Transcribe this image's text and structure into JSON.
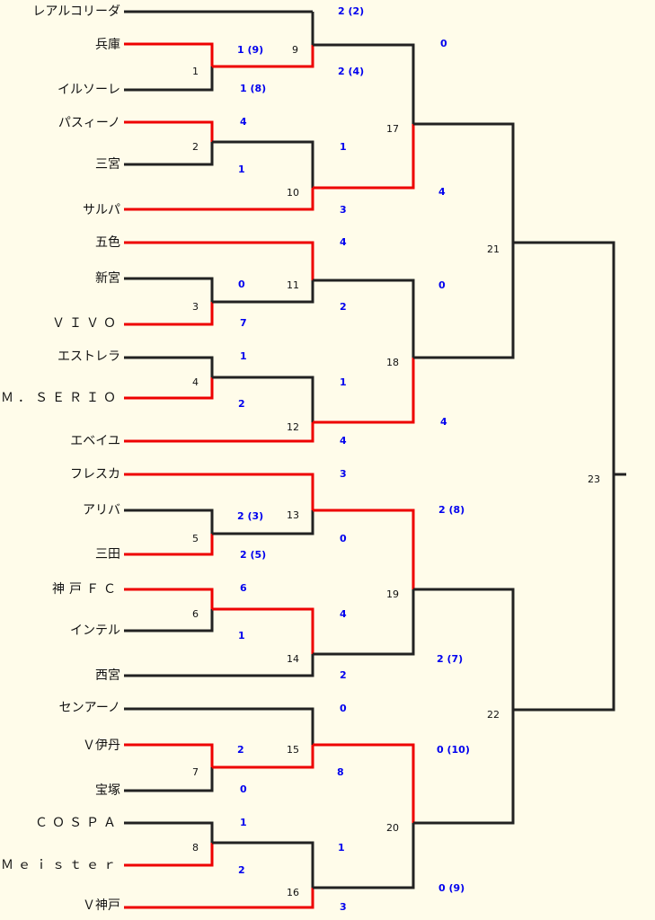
{
  "colors": {
    "winner": "#ee0000",
    "loser": "#222222",
    "score": "#0000ee",
    "background": "#fffcea"
  },
  "teams": [
    "レアルコリーダ",
    "兵庫",
    "イルソーレ",
    "パスィーノ",
    "三宮",
    "サルパ",
    "五色",
    "新宮",
    "ＶＩＶＯ",
    "エストレラ",
    "Ｍ．ＳＥＲＩＯ",
    "エベイユ",
    "フレスカ",
    "アリバ",
    "三田",
    "神戸ＦＣ",
    "インテル",
    "西宮",
    "センアーノ",
    "Ｖ伊丹",
    "宝塚",
    "ＣＯＳＰＡ",
    "Ｍｅｉｓｔｅｒ",
    "Ｖ神戸"
  ],
  "matches": {
    "m1": {
      "no": "1",
      "top": "1 (9)",
      "bottom": "1 (8)"
    },
    "m2": {
      "no": "2",
      "top": "4",
      "bottom": "1"
    },
    "m3": {
      "no": "3",
      "top": "0",
      "bottom": "7"
    },
    "m4": {
      "no": "4",
      "top": "1",
      "bottom": "2"
    },
    "m5": {
      "no": "5",
      "top": "2 (3)",
      "bottom": "2 (5)"
    },
    "m6": {
      "no": "6",
      "top": "6",
      "bottom": "1"
    },
    "m7": {
      "no": "7",
      "top": "2",
      "bottom": "0"
    },
    "m8": {
      "no": "8",
      "top": "1",
      "bottom": "2"
    },
    "m9": {
      "no": "9",
      "top": "2 (2)",
      "bottom": "2 (4)"
    },
    "m10": {
      "no": "10",
      "top": "1",
      "bottom": "3"
    },
    "m11": {
      "no": "11",
      "top": "4",
      "bottom": "2"
    },
    "m12": {
      "no": "12",
      "top": "1",
      "bottom": "4"
    },
    "m13": {
      "no": "13",
      "top": "3",
      "bottom": "0"
    },
    "m14": {
      "no": "14",
      "top": "4",
      "bottom": "2"
    },
    "m15": {
      "no": "15",
      "top": "0",
      "bottom": "8"
    },
    "m16": {
      "no": "16",
      "top": "1",
      "bottom": "3"
    },
    "m17": {
      "no": "17",
      "top": "0",
      "bottom": "4"
    },
    "m18": {
      "no": "18",
      "top": "0",
      "bottom": "4"
    },
    "m19": {
      "no": "19",
      "top": "2 (8)",
      "bottom": "2 (7)"
    },
    "m20": {
      "no": "20",
      "top": "0 (10)",
      "bottom": "0 (9)"
    },
    "m21": {
      "no": "21"
    },
    "m22": {
      "no": "22"
    },
    "m23": {
      "no": "23"
    }
  }
}
